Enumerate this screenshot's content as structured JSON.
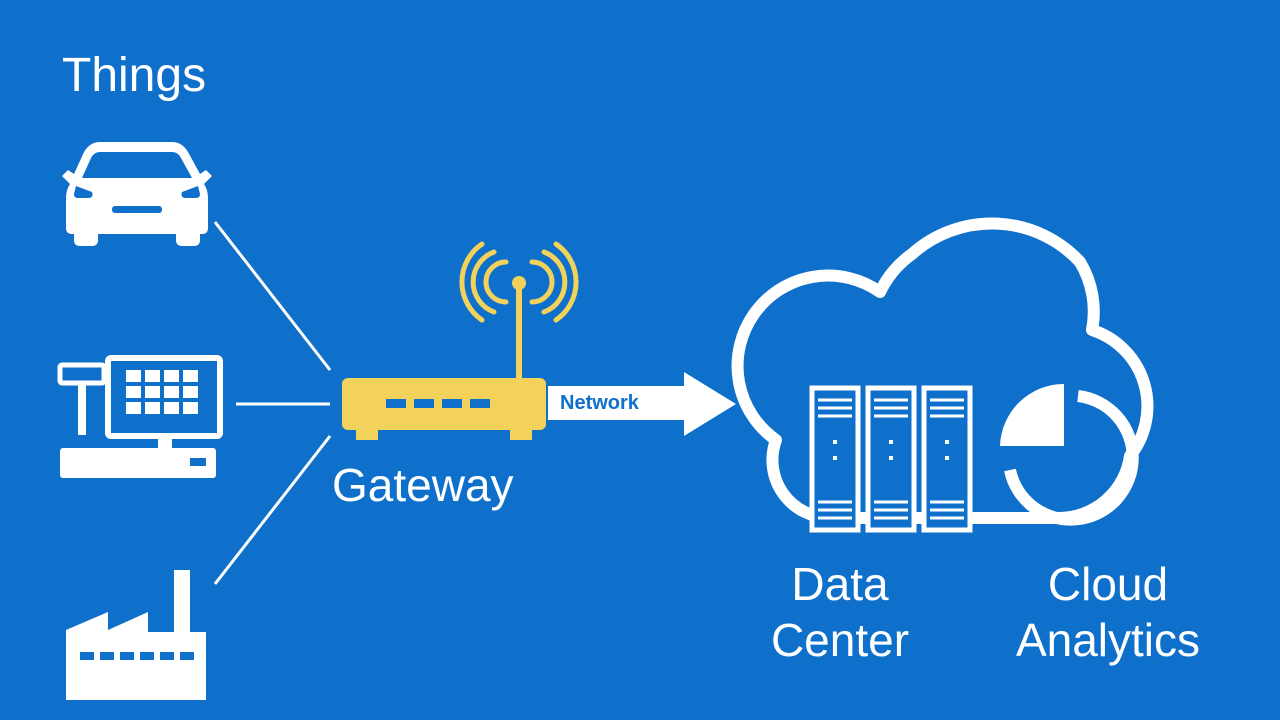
{
  "diagram": {
    "things": {
      "title": "Things"
    },
    "gateway": {
      "label": "Gateway"
    },
    "network": {
      "label": "Network"
    },
    "data_center": {
      "line1": "Data",
      "line2": "Center"
    },
    "cloud_analytics": {
      "line1": "Cloud",
      "line2": "Analytics"
    }
  },
  "icons": [
    "car-icon",
    "cash-register-icon",
    "factory-icon",
    "wifi-signal-icon",
    "router-icon",
    "cloud-icon",
    "server-rack-icon",
    "pie-chart-icon"
  ],
  "colors": {
    "background": "#0f70cc",
    "foreground": "#ffffff",
    "gateway": "#f2d25a",
    "gateway_slots": "#0f70cc"
  }
}
